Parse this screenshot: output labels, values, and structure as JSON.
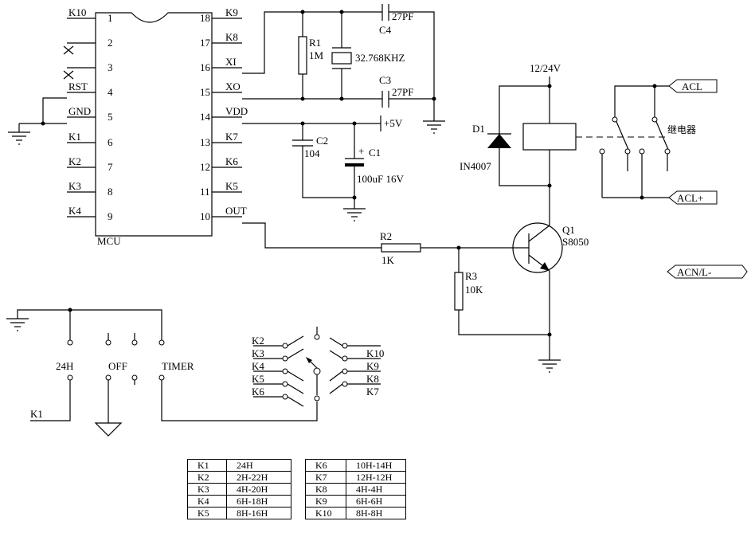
{
  "ic": {
    "name": "MCU",
    "left_pins": [
      {
        "num": "1",
        "label": "K10"
      },
      {
        "num": "2",
        "label": ""
      },
      {
        "num": "3",
        "label": ""
      },
      {
        "num": "4",
        "label": "RST"
      },
      {
        "num": "5",
        "label": "GND"
      },
      {
        "num": "6",
        "label": "K1"
      },
      {
        "num": "7",
        "label": "K2"
      },
      {
        "num": "8",
        "label": "K3"
      },
      {
        "num": "9",
        "label": "K4"
      }
    ],
    "right_pins": [
      {
        "num": "18",
        "label": "K9"
      },
      {
        "num": "17",
        "label": "K8"
      },
      {
        "num": "16",
        "label": "XI"
      },
      {
        "num": "15",
        "label": "XO"
      },
      {
        "num": "14",
        "label": "VDD"
      },
      {
        "num": "13",
        "label": "K7"
      },
      {
        "num": "12",
        "label": "K6"
      },
      {
        "num": "11",
        "label": "K5"
      },
      {
        "num": "10",
        "label": "OUT"
      }
    ]
  },
  "components": {
    "r1": {
      "ref": "R1",
      "value": "1M"
    },
    "crystal": {
      "value": "32.768KHZ"
    },
    "c4": {
      "ref": "C4",
      "value": "27PF"
    },
    "c3": {
      "ref": "C3",
      "value": "27PF"
    },
    "vcc5": "+5V",
    "c2": {
      "ref": "C2",
      "value": "104"
    },
    "c1": {
      "ref": "C1",
      "value": "100uF 16V"
    },
    "r2": {
      "ref": "R2",
      "value": "1K"
    },
    "r3": {
      "ref": "R3",
      "value": "10K"
    },
    "q1": {
      "ref": "Q1",
      "value": "S8050"
    },
    "d1": {
      "ref": "D1",
      "value": "IN4007"
    },
    "supply": "12/24V",
    "relay_label": "继电器",
    "acl": "ACL",
    "acl_plus": "ACL+",
    "acn": "ACN/L-"
  },
  "mode_switch": {
    "k1": "K1",
    "h24": "24H",
    "off": "OFF",
    "timer": "TIMER"
  },
  "rotary": {
    "left": [
      "K2",
      "K3",
      "K4",
      "K5",
      "K6"
    ],
    "right": [
      "K10",
      "K9",
      "K8",
      "K7"
    ]
  },
  "table_left": [
    [
      "K1",
      "24H"
    ],
    [
      "K2",
      "2H-22H"
    ],
    [
      "K3",
      "4H-20H"
    ],
    [
      "K4",
      "6H-18H"
    ],
    [
      "K5",
      "8H-16H"
    ]
  ],
  "table_right": [
    [
      "K6",
      "10H-14H"
    ],
    [
      "K7",
      "12H-12H"
    ],
    [
      "K8",
      "4H-4H"
    ],
    [
      "K9",
      "6H-6H"
    ],
    [
      "K10",
      "8H-8H"
    ]
  ]
}
